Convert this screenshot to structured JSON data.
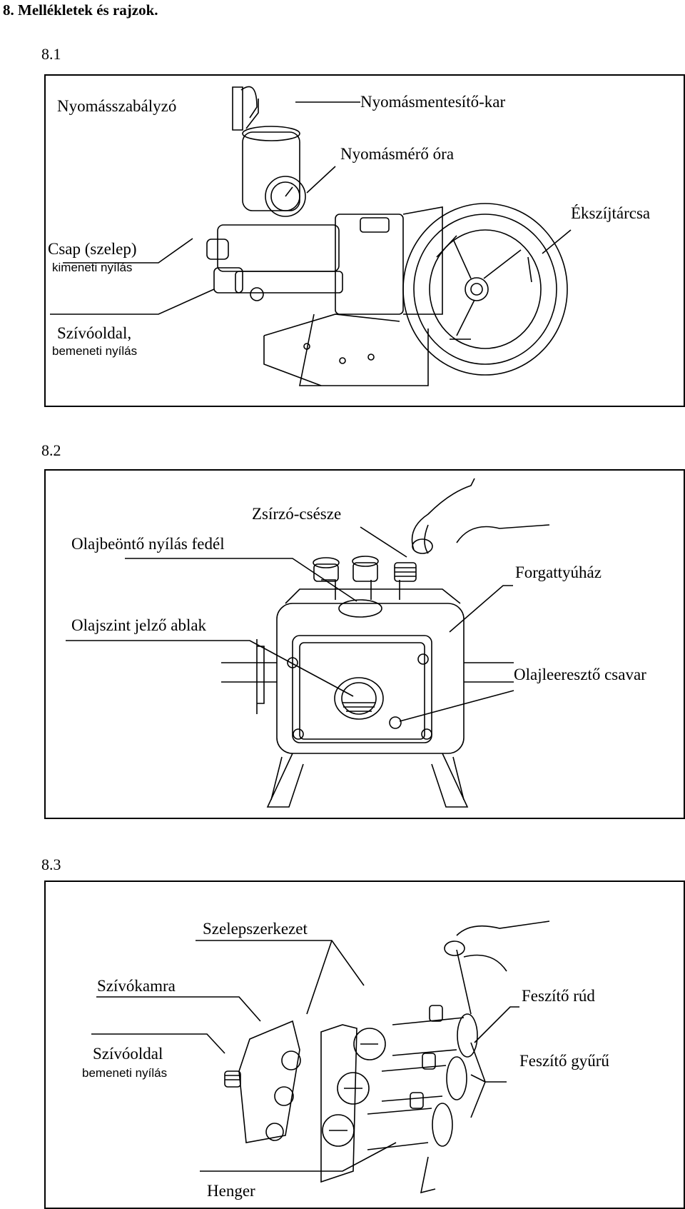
{
  "heading": "8. Mellékletek és rajzok.",
  "sections": [
    {
      "number": "8.1",
      "labels": {
        "pressure_regulator": "Nyomásszabályzó",
        "pressure_relief_lever": "Nyomásmentesítő-kar",
        "pressure_gauge": "Nyomásmérő óra",
        "v_belt_pulley": "Ékszíjtárcsa",
        "tap_valve": "Csap (szelep)",
        "outlet": "kimeneti nyílás",
        "suction_side": "Szívóoldal,",
        "inlet": "bemeneti nyílás"
      }
    },
    {
      "number": "8.2",
      "labels": {
        "grease_cup": "Zsírzó-csésze",
        "oil_filler_cap": "Olajbeöntő nyílás fedél",
        "crankcase": "Forgattyúház",
        "oil_level_window": "Olajszint jelző ablak",
        "oil_drain_screw": "Olajleeresztő csavar"
      }
    },
    {
      "number": "8.3",
      "labels": {
        "valve_assembly": "Szelepszerkezet",
        "suction_chamber": "Szívókamra",
        "tension_rod": "Feszítő rúd",
        "suction_side": "Szívóoldal",
        "inlet": "bemeneti nyílás",
        "tension_ring": "Feszítő gyűrű",
        "cylinder": "Henger"
      }
    }
  ]
}
